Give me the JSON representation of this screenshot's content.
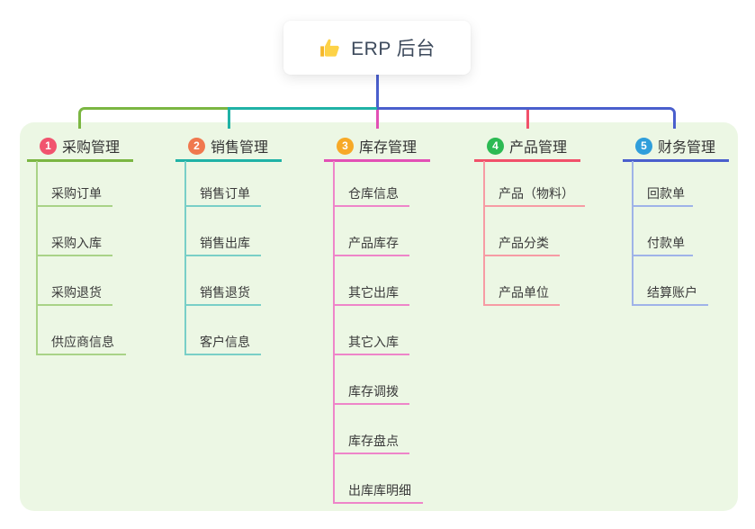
{
  "root": {
    "label": "ERP 后台",
    "icon": "thumbs-up-icon"
  },
  "branches": [
    {
      "badge": "1",
      "label": "采购管理",
      "badge_color": "#f1536e",
      "line_color": "#7bb642",
      "child_line_color": "#a9d387",
      "children": [
        "采购订单",
        "采购入库",
        "采购退货",
        "供应商信息"
      ]
    },
    {
      "badge": "2",
      "label": "销售管理",
      "badge_color": "#f0784e",
      "line_color": "#20b2a6",
      "child_line_color": "#79cfc7",
      "children": [
        "销售订单",
        "销售出库",
        "销售退货",
        "客户信息"
      ]
    },
    {
      "badge": "3",
      "label": "库存管理",
      "badge_color": "#f7a927",
      "line_color": "#e250b5",
      "child_line_color": "#ee85c9",
      "children": [
        "仓库信息",
        "产品库存",
        "其它出库",
        "其它入库",
        "库存调拨",
        "库存盘点",
        "出库库明细"
      ]
    },
    {
      "badge": "4",
      "label": "产品管理",
      "badge_color": "#2cba53",
      "line_color": "#f1506a",
      "child_line_color": "#f79ba4",
      "children": [
        "产品（物料）",
        "产品分类",
        "产品单位"
      ]
    },
    {
      "badge": "5",
      "label": "财务管理",
      "badge_color": "#2f9edb",
      "line_color": "#4a5fcd",
      "child_line_color": "#9fb3e8",
      "children": [
        "回款单",
        "付款单",
        "结算账户"
      ]
    }
  ],
  "colors": {
    "canvas_bg": "#ffffff",
    "panel_bg": "#ecf7e4",
    "root_connector": "#4a5fcd",
    "bus_segments": [
      "#7bb642",
      "#20b2a6",
      "#4a5fcd"
    ],
    "drop_colors": [
      "#7bb642",
      "#20b2a6",
      "#e250b5",
      "#f1506a",
      "#4a5fcd"
    ],
    "branch_text": "#333333",
    "child_text": "#3a3a3a",
    "root_text": "#3d4a5c"
  }
}
